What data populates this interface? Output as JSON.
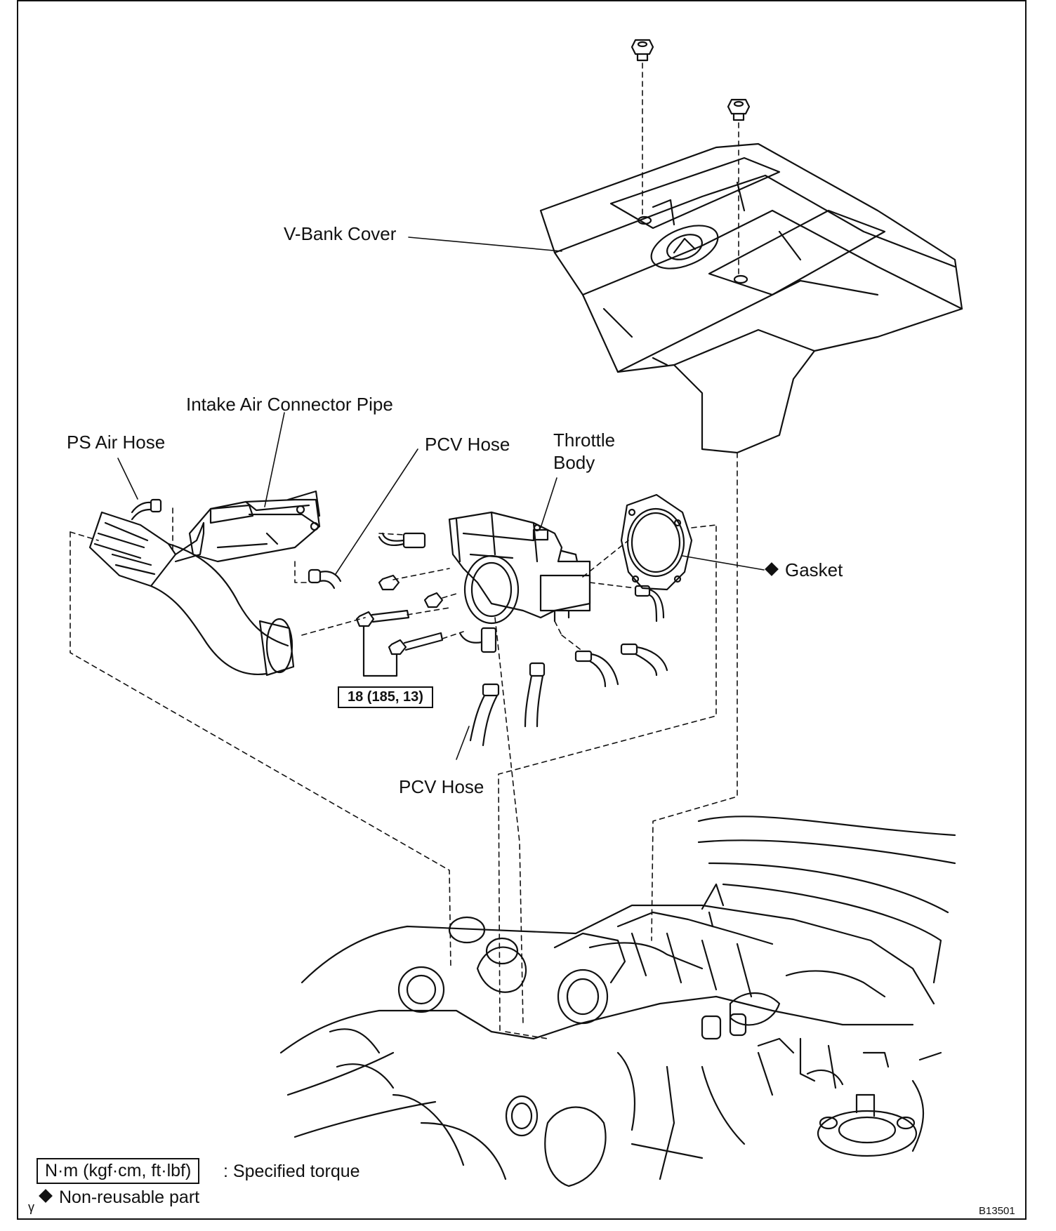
{
  "labels": {
    "v_bank_cover": "V-Bank Cover",
    "intake_air_connector_pipe": "Intake Air Connector Pipe",
    "ps_air_hose": "PS Air Hose",
    "pcv_hose_upper": "PCV Hose",
    "throttle_body": "Throttle",
    "throttle_body_2": "Body",
    "gasket": "Gasket",
    "pcv_hose_lower": "PCV Hose"
  },
  "torque": {
    "value": "18 (185, 13)"
  },
  "legend": {
    "torque_units": "N·m (kgf·cm, ft·lbf)",
    "torque_desc": ": Specified torque",
    "non_reusable": "Non-reusable part"
  },
  "figure_code": "B13501",
  "icons": {
    "non_reusable_marker": "filled-diamond-icon"
  }
}
